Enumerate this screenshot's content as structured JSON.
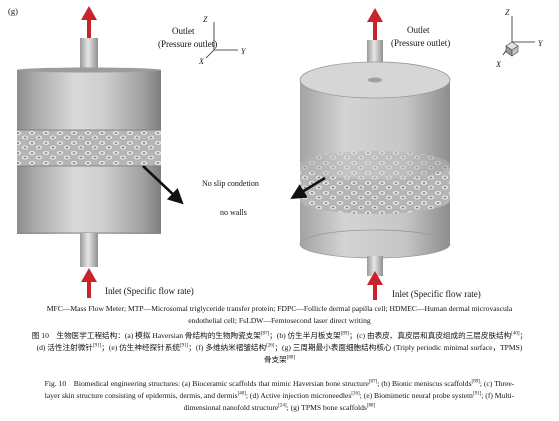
{
  "panel_tag": "(g)",
  "left_model": {
    "outlet_line1": "Outlet",
    "outlet_line2": "(Pressure outlet)",
    "inlet": "Inlet (Specific flow rate)",
    "annotation_no_slip": "No slip condetion",
    "annotation_no_walls": "no walls",
    "axes": {
      "z": "Z",
      "x": "X",
      "y": "Y"
    }
  },
  "right_model": {
    "outlet_line1": "Outlet",
    "outlet_line2": "(Pressure outlet)",
    "inlet": "Inlet (Specific flow rate)",
    "axes": {
      "z": "Z",
      "x": "X",
      "y": "Y"
    }
  },
  "colors": {
    "arrow_red": "#c8232b",
    "body_grey": "#b8b8b8"
  },
  "captions": {
    "abbr_line1": "MFC—Mass Flow Meter; MTP—Microsomal triglyceride transfer protein; FDPC—Follicle dermal papilla cell; HDMEC—Human dermal microvascula",
    "abbr_line2": "endothelial cell; FsLDW—Femtosecond laser direct writing",
    "zh_line1_a": "图 10　生物医学工程结构：(a) 模拟 Haversian 骨结构的生物陶瓷支架",
    "zh_line1_b": "；(b) 仿生半月板支架",
    "zh_line1_c": "；(c) 由表皮、真皮层和真皮组成的三层皮肤结构",
    "zh_line2_a": "(d) 活性注射微针",
    "zh_line2_b": "；(e) 仿生神经探针系统",
    "zh_line2_c": "；(f) 多维纳米褶皱结构",
    "zh_line2_d": "；(g) 三周期最小表面细胞结构核心 (Triply periodic minimal surface，TPMS)",
    "zh_line3_a": "骨支架",
    "en_line1_a": "Fig. 10　Biomedical engineering structures: (a) Bioceramic scaffolds that mimic Haversian bone structure",
    "en_line1_b": "; (b) Bionic meniscus scaffolds",
    "en_line1_c": "; (c) Three-",
    "en_line2_a": "layer skin structure consisting of epidermis, dermis, and dermis",
    "en_line2_b": "; (d) Active injection microneedles",
    "en_line2_c": "; (e) Biomimetic neural probe system",
    "en_line2_d": "; (f) Multi-",
    "en_line3_a": "dimensional nanofold structure",
    "en_line3_b": "; (g) TPMS bone scaffolds",
    "refs": {
      "r_a": "[87]",
      "r_b": "[89]",
      "r_c": "[40]",
      "r_d": "[91]",
      "r_e": "[91]",
      "r_f": "[26]",
      "r_g": "[88]",
      "r_a_en": "[87]",
      "r_b_en": "[89]",
      "r_c_en": "[40]",
      "r_d_en": "[26]",
      "r_e_en": "[91]",
      "r_f_en": "[24]",
      "r_g_en": "[88]"
    }
  }
}
